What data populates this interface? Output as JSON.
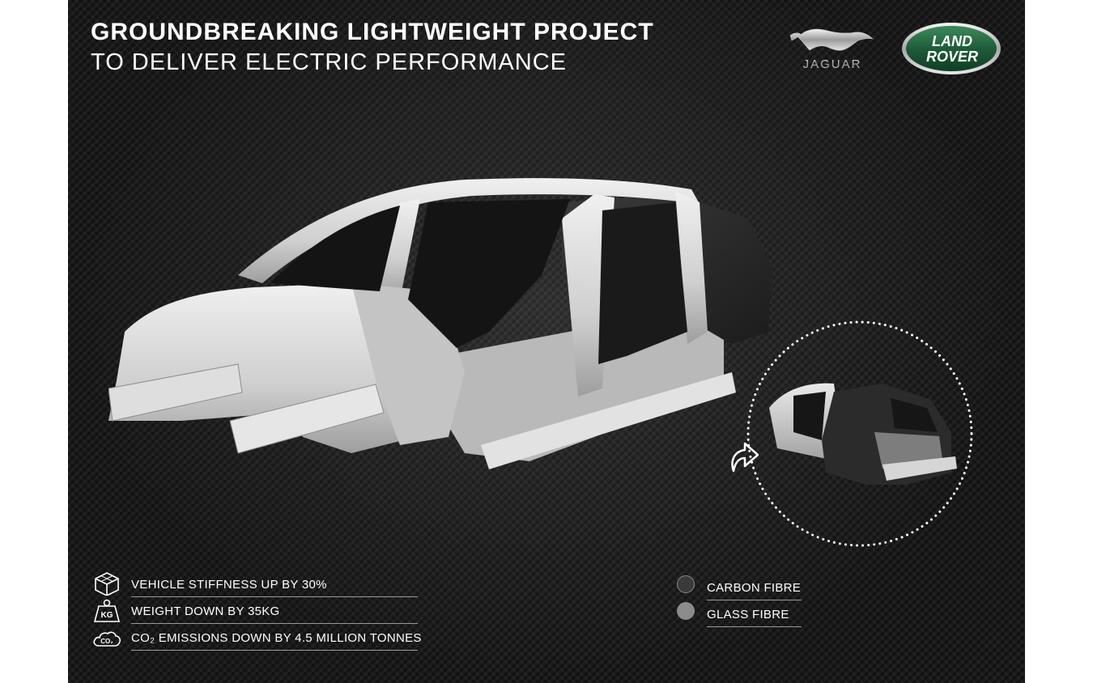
{
  "header": {
    "title": "GROUNDBREAKING LIGHTWEIGHT PROJECT",
    "subtitle": "TO DELIVER ELECTRIC PERFORMANCE"
  },
  "logos": {
    "jaguar": {
      "text": "JAGUAR",
      "icon": "leaping-jaguar-icon"
    },
    "land_rover": {
      "line1": "LAND",
      "line2": "ROVER",
      "color": "#1f5c3a"
    }
  },
  "stats": [
    {
      "icon": "cube-icon",
      "label": "VEHICLE STIFFNESS UP BY 30%"
    },
    {
      "icon": "kg-weight-icon",
      "label": "WEIGHT DOWN BY 35KG"
    },
    {
      "icon": "co2-cloud-icon",
      "label": "CO₂ EMISSIONS DOWN BY 4.5 MILLION TONNES"
    }
  ],
  "legend": [
    {
      "label": "CARBON FIBRE",
      "color": "#3a3a3a"
    },
    {
      "label": "GLASS FIBRE",
      "color": "#8c8c8c"
    }
  ],
  "colors": {
    "background": "#141414",
    "text": "#ffffff",
    "rule": "#9a9a9a",
    "chassis_metal": "#d8d8d8",
    "carbon": "#2e2e2e"
  }
}
